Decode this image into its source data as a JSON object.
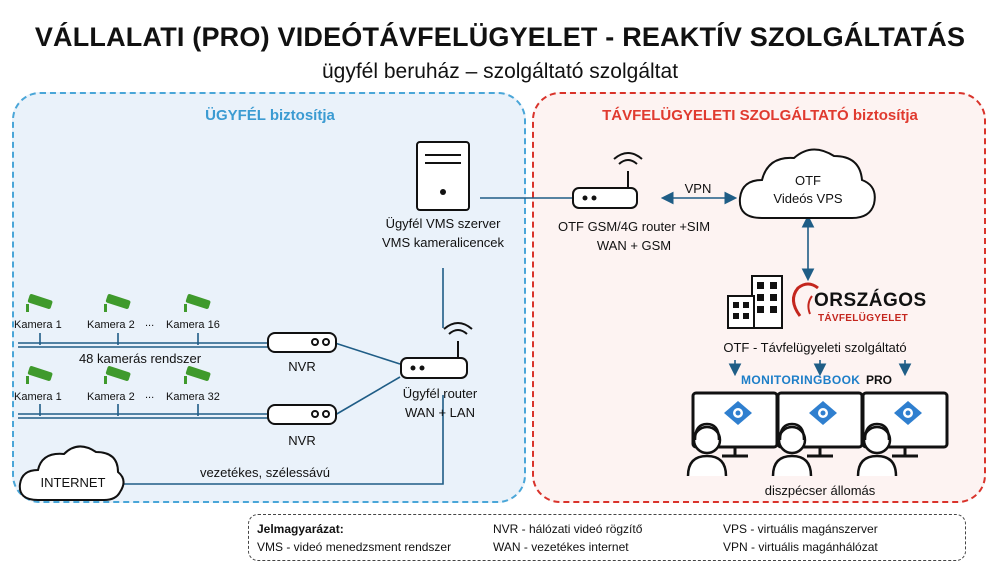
{
  "header": {
    "title": "VÁLLALATI (PRO) VIDEÓTÁVFELÜGYELET - REAKTÍV SZOLGÁLTATÁS",
    "subtitle": "ügyfél beruház – szolgáltató szolgáltat"
  },
  "left_zone": {
    "title": "ÜGYFÉL biztosítja",
    "server_line1": "Ügyfél VMS szerver",
    "server_line2": "VMS kameralicencek",
    "row1_cameras": [
      "Kamera 1",
      "Kamera 2",
      "Kamera 16"
    ],
    "row2_cameras": [
      "Kamera 1",
      "Kamera 2",
      "Kamera 32"
    ],
    "ellipsis": "...",
    "system_label": "48 kamerás rendszer",
    "nvr_label": "NVR",
    "router_line1": "Ügyfél router",
    "router_line2": "WAN + LAN",
    "internet_label": "INTERNET",
    "internet_link": "vezetékes, szélessávú"
  },
  "right_zone": {
    "title": "TÁVFELÜGYELETI SZOLGÁLTATÓ biztosítja",
    "router_line1": "OTF GSM/4G router +SIM",
    "router_line2": "WAN + GSM",
    "vpn_label": "VPN",
    "cloud_line1": "OTF",
    "cloud_line2": "Videós VPS",
    "logo_top": "ORSZÁGOS",
    "logo_bottom": "TÁVFELÜGYELET",
    "provider_label": "OTF - Távfelügyeleti szolgáltató",
    "brand_main": "MONITORINGBOOK",
    "brand_suffix": "PRO",
    "station_label": "diszpécser állomás"
  },
  "legend": {
    "heading": "Jelmagyarázat:",
    "items": [
      "VMS - videó menedzsment rendszer",
      "NVR - hálózati videó rögzítő",
      "WAN -  vezetékes internet",
      "VPS - virtuális magánszerver",
      "VPN -  virtuális magánhálózat"
    ]
  },
  "colors": {
    "left_border": "#4aa6d8",
    "left_title": "#3b9bd2",
    "right_border": "#d9332b",
    "right_title": "#e03a2f",
    "camera": "#3f9a2c",
    "line": "#1f5d86",
    "brand": "#1d7ec8"
  }
}
